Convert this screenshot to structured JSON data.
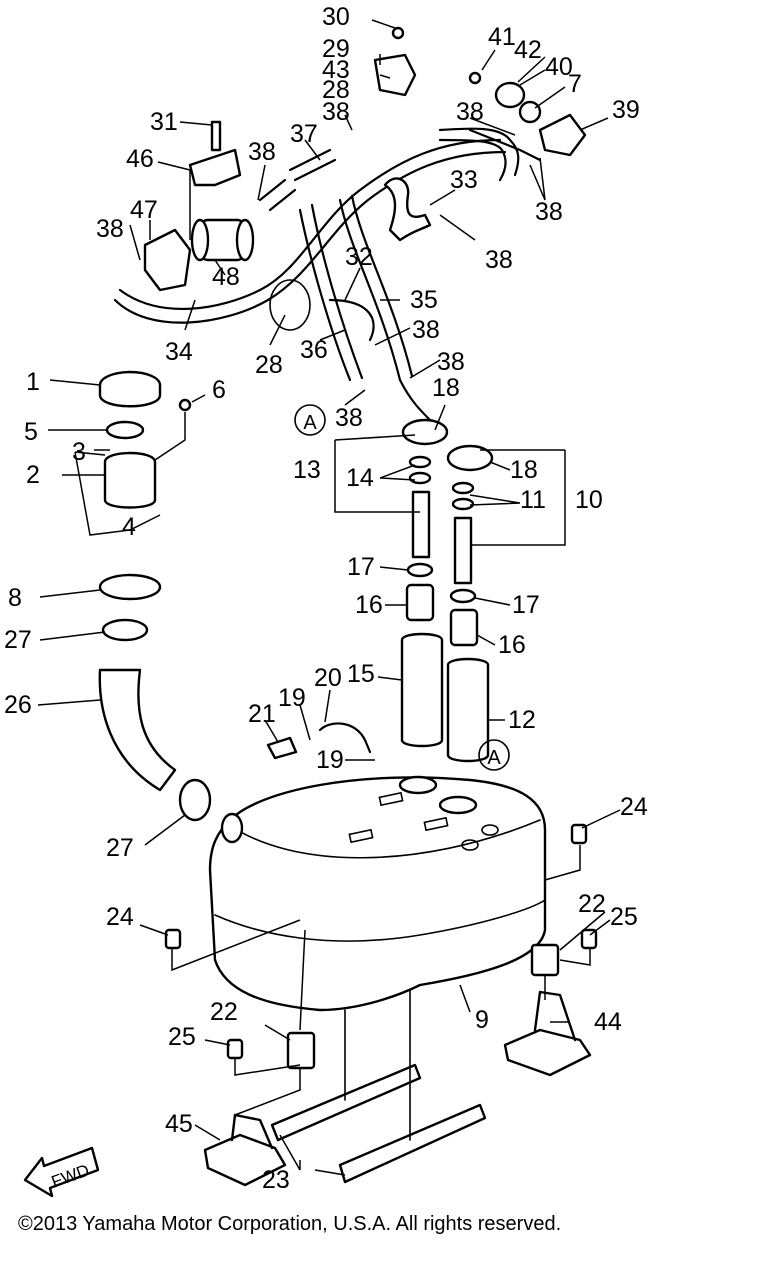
{
  "diagram": {
    "callouts": [
      "1",
      "2",
      "3",
      "4",
      "5",
      "6",
      "7",
      "8",
      "9",
      "10",
      "11",
      "12",
      "13",
      "14",
      "15",
      "16",
      "16",
      "17",
      "17",
      "18",
      "18",
      "19",
      "19",
      "20",
      "21",
      "22",
      "22",
      "23",
      "24",
      "24",
      "25",
      "25",
      "26",
      "27",
      "27",
      "28",
      "28",
      "29",
      "30",
      "31",
      "32",
      "33",
      "34",
      "35",
      "36",
      "37",
      "38",
      "38",
      "38",
      "38",
      "38",
      "38",
      "38",
      "38",
      "38",
      "39",
      "40",
      "41",
      "42",
      "43",
      "44",
      "45",
      "46",
      "47",
      "48"
    ],
    "reference_markers": [
      "A",
      "A"
    ],
    "fwd_label": "FWD",
    "copyright": "©2013 Yamaha Motor Corporation, U.S.A. All rights reserved."
  }
}
